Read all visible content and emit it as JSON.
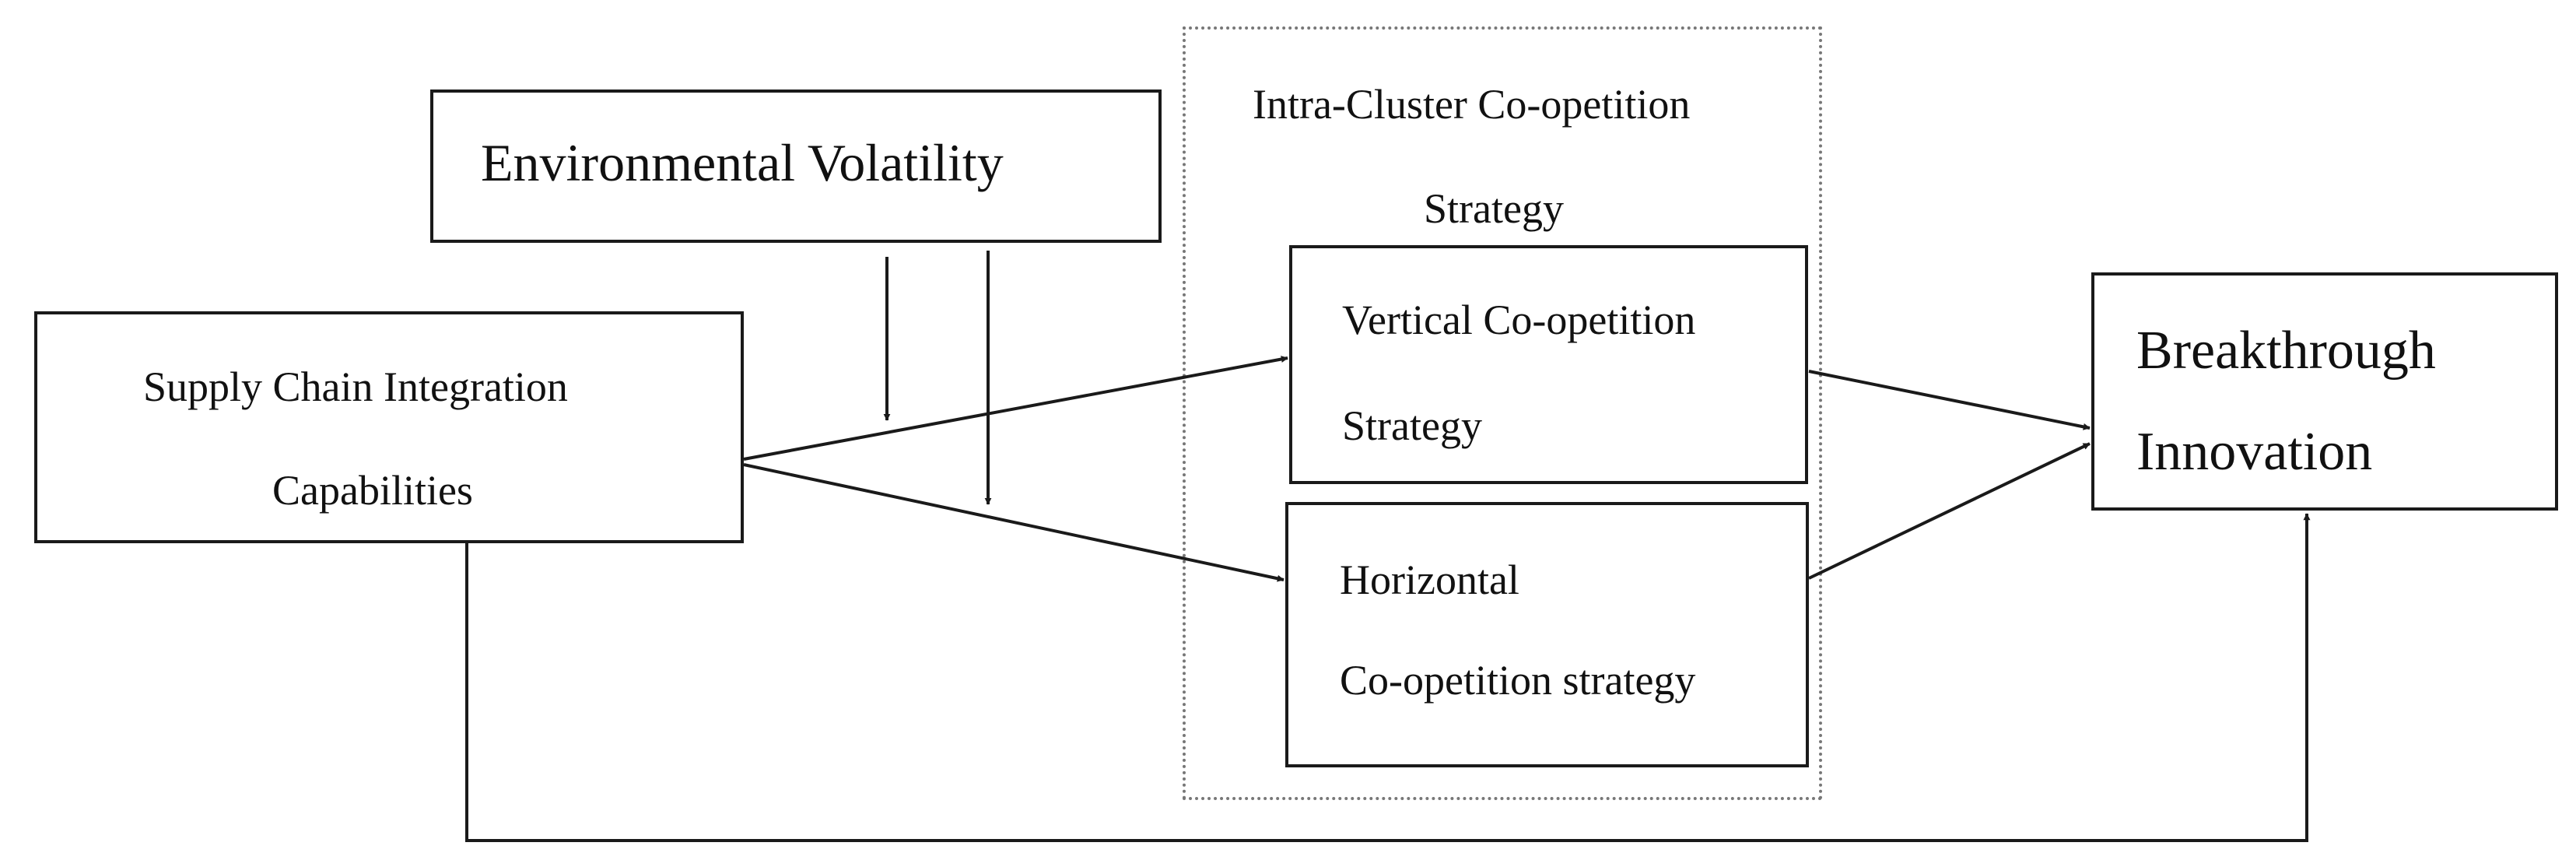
{
  "nodes": {
    "environmental_volatility": {
      "line1": "Environmental Volatility"
    },
    "supply_chain": {
      "line1": "Supply Chain Integration",
      "line2": "Capabilities"
    },
    "intra_cluster": {
      "line1": "Intra-Cluster Co-opetition",
      "line2": "Strategy"
    },
    "vertical": {
      "line1": "Vertical Co-opetition",
      "line2": "Strategy"
    },
    "horizontal": {
      "line1": "Horizontal",
      "line2": "Co-opetition strategy"
    },
    "breakthrough": {
      "line1": "Breakthrough",
      "line2": "Innovation"
    }
  }
}
